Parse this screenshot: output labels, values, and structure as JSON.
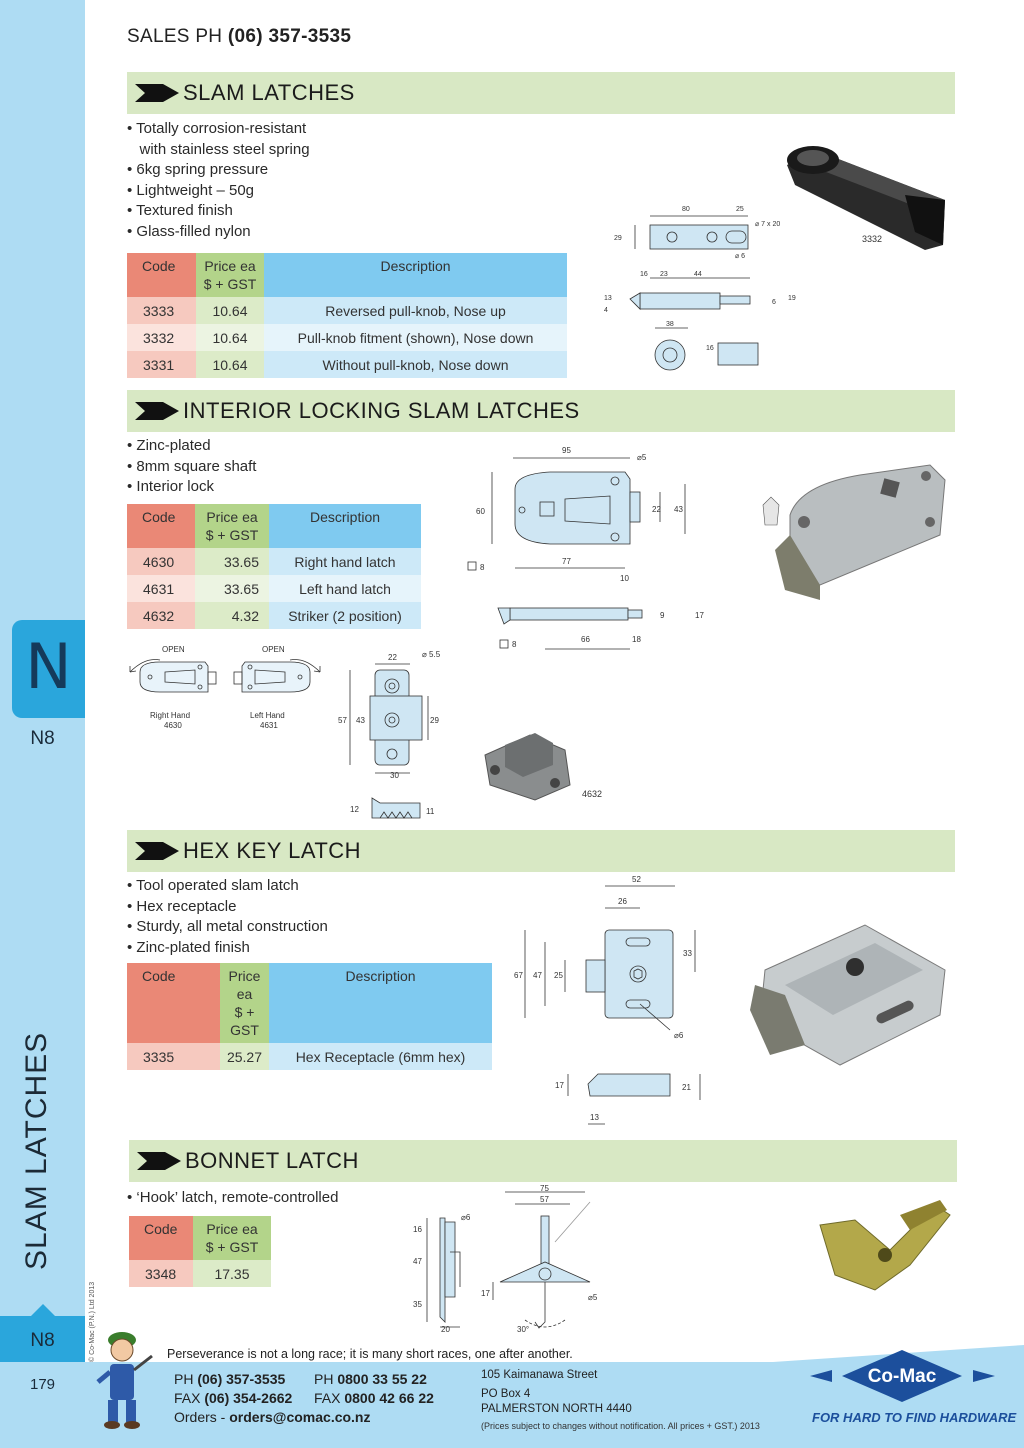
{
  "header": {
    "sales_prefix": "SALES  PH ",
    "sales_phone": "(06) 357-3535"
  },
  "sidebar": {
    "tab_letter": "N",
    "page_code_top": "N8",
    "title": "SLAM LATCHES",
    "page_code_bottom": "N8",
    "page_number": "179",
    "copyright": "© Co-Mac (P.N.) Ltd 2013"
  },
  "sections": {
    "slam": {
      "title": "SLAM LATCHES",
      "bullets": [
        "• Totally corrosion-resistant",
        "   with stainless steel spring",
        "• 6kg spring pressure",
        "• Lightweight – 50g",
        "• Textured finish",
        "• Glass-filled nylon"
      ],
      "headers": {
        "code": "Code",
        "price1": "Price ea",
        "price2": "$ + GST",
        "desc": "Description"
      },
      "rows": [
        {
          "code": "3333",
          "price": "10.64",
          "desc": "Reversed pull-knob, Nose up"
        },
        {
          "code": "3332",
          "price": "10.64",
          "desc": "Pull-knob fitment (shown), Nose down"
        },
        {
          "code": "3331",
          "price": "10.64",
          "desc": "Without pull-knob, Nose down"
        }
      ],
      "photo_label": "3332",
      "dims": {
        "d80": "80",
        "d25": "25",
        "d7x20": "⌀ 7 x 20",
        "d29": "29",
        "d6": "⌀ 6",
        "d16": "16",
        "d23": "23",
        "d44": "44",
        "d13": "13",
        "d4": "4",
        "d6b": "6",
        "d19": "19",
        "d38": "38",
        "d16b": "16"
      }
    },
    "interior": {
      "title": "INTERIOR LOCKING SLAM LATCHES",
      "bullets": [
        "• Zinc-plated",
        "• 8mm square shaft",
        "• Interior lock"
      ],
      "headers": {
        "code": "Code",
        "price1": "Price ea",
        "price2": "$ + GST",
        "desc": "Description"
      },
      "rows": [
        {
          "code": "4630",
          "price": "33.65",
          "desc": "Right hand latch"
        },
        {
          "code": "4631",
          "price": "33.65",
          "desc": "Left hand latch"
        },
        {
          "code": "4632",
          "price": "4.32",
          "desc": "Striker (2 position)"
        }
      ],
      "open_label": "OPEN",
      "right_label": "Right Hand",
      "right_code": "4630",
      "left_label": "Left Hand",
      "left_code": "4631",
      "striker_label": "4632",
      "dims": {
        "d95": "95",
        "d5": "⌀5",
        "d60": "60",
        "d22": "22",
        "d43": "43",
        "d77": "77",
        "d10": "10",
        "d8": "8",
        "d9": "9",
        "d17": "17",
        "d66": "66",
        "d18": "18",
        "d8b": "8",
        "s22": "22",
        "s55": "⌀ 5.5",
        "s57": "57",
        "s43": "43",
        "s29": "29",
        "s30": "30",
        "s12": "12",
        "s11": "11"
      }
    },
    "hex": {
      "title": "HEX KEY LATCH",
      "bullets": [
        "• Tool operated slam latch",
        "• Hex receptacle",
        "• Sturdy, all metal construction",
        "• Zinc-plated finish"
      ],
      "headers": {
        "code": "Code",
        "price1": "Price ea",
        "price2": "$ + GST",
        "desc": "Description"
      },
      "rows": [
        {
          "code": "3335",
          "price": "25.27",
          "desc": "Hex Receptacle (6mm hex)"
        }
      ],
      "dims": {
        "d52": "52",
        "d26": "26",
        "d67": "67",
        "d47": "47",
        "d25": "25",
        "d33": "33",
        "d6": "⌀6",
        "d17": "17",
        "d21": "21",
        "d13": "13"
      }
    },
    "bonnet": {
      "title": "BONNET LATCH",
      "bullets": [
        "• ‘Hook’ latch, remote-controlled"
      ],
      "headers": {
        "code": "Code",
        "price1": "Price ea",
        "price2": "$ + GST"
      },
      "rows": [
        {
          "code": "3348",
          "price": "17.35"
        }
      ],
      "dims": {
        "d75": "75",
        "d57": "57",
        "d16": "16",
        "d6": "⌀6",
        "d47": "47",
        "d35": "35",
        "d20": "20",
        "d17": "17",
        "d5": "⌀5",
        "d30": "30°"
      }
    }
  },
  "footer": {
    "quote": "Perseverance is not a long race; it is many short races, one after another.",
    "ph_label": "PH ",
    "ph": "(06) 357-3535",
    "fax_label": "FAX ",
    "fax": "(06) 354-2662",
    "ph2_label": "PH ",
    "ph2": "0800 33 55 22",
    "fax2_label": "FAX ",
    "fax2": "0800 42 66 22",
    "orders_label": "Orders - ",
    "orders": "orders@comac.co.nz",
    "address1": "105 Kaimanawa Street",
    "address2": "PO Box 4",
    "address3": "PALMERSTON NORTH 4440",
    "disclaimer": "(Prices subject to changes without notification.  All prices + GST.)  2013",
    "logo": "Co-Mac",
    "tagline": "FOR HARD TO FIND HARDWARE"
  },
  "colors": {
    "sidebar": "#aedcf3",
    "tab": "#2aa6dc",
    "section_bar": "#d8e8c4",
    "code_header": "#ea8876",
    "price_header": "#b3d48a",
    "desc_header": "#7fcaf0",
    "logo_blue": "#1c4f9c"
  }
}
